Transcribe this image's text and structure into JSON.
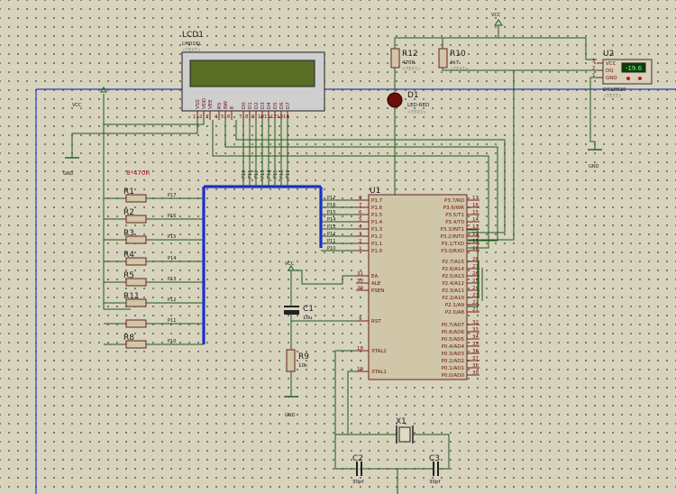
{
  "hidden_text": "<TEXT>",
  "vcc_label": "VCC",
  "gnd_label": "GND",
  "resnet_label": "8*470R",
  "lcd": {
    "ref": "LCD1",
    "part": "LM016L",
    "pins": [
      {
        "name": "VSS",
        "num": "1"
      },
      {
        "name": "VDD",
        "num": "2"
      },
      {
        "name": "VEE",
        "num": "3"
      },
      {
        "name": "RS",
        "num": "4"
      },
      {
        "name": "RW",
        "num": "5"
      },
      {
        "name": "E",
        "num": "6"
      },
      {
        "name": "D0",
        "num": "7"
      },
      {
        "name": "D1",
        "num": "8"
      },
      {
        "name": "D2",
        "num": "9"
      },
      {
        "name": "D3",
        "num": "10"
      },
      {
        "name": "D4",
        "num": "11"
      },
      {
        "name": "D5",
        "num": "12"
      },
      {
        "name": "D6",
        "num": "13"
      },
      {
        "name": "D7",
        "num": "14"
      }
    ]
  },
  "lcd_bus_labels": [
    "P10",
    "P11",
    "P12",
    "P13",
    "P14",
    "P15",
    "P16",
    "P17"
  ],
  "r12": {
    "ref": "R12",
    "value": "470R"
  },
  "r10": {
    "ref": "R10",
    "value": "4k7"
  },
  "d1": {
    "ref": "D1",
    "part": "LED-RED"
  },
  "u2": {
    "ref": "U2",
    "part": "DS18B20",
    "display": "-19.6",
    "pins": [
      {
        "name": "VCC",
        "num": "3"
      },
      {
        "name": "DQ",
        "num": "2"
      },
      {
        "name": "GND",
        "num": "1"
      }
    ]
  },
  "resistors": [
    {
      "ref": "R1",
      "net": "P17"
    },
    {
      "ref": "R2",
      "net": "P16"
    },
    {
      "ref": "R3",
      "net": "P15"
    },
    {
      "ref": "R4",
      "net": "P14"
    },
    {
      "ref": "R5",
      "net": "P13"
    },
    {
      "ref": "R11",
      "net": "P12"
    },
    {
      "ref": "",
      "net": "P11"
    },
    {
      "ref": "R8",
      "net": "P10"
    }
  ],
  "c1": {
    "ref": "C1",
    "value": "10u"
  },
  "r9": {
    "ref": "R9",
    "value": "10k"
  },
  "x1": {
    "ref": "X1"
  },
  "c2": {
    "ref": "C2",
    "value": "30pf"
  },
  "c3": {
    "ref": "C3",
    "value": "30pf"
  },
  "u1": {
    "ref": "U1",
    "left_pins": [
      {
        "net": "P17",
        "num": "8",
        "name": "P1.7"
      },
      {
        "net": "P16",
        "num": "7",
        "name": "P1.6"
      },
      {
        "net": "P15",
        "num": "6",
        "name": "P1.5"
      },
      {
        "net": "P14",
        "num": "5",
        "name": "P1.4"
      },
      {
        "net": "P13",
        "num": "4",
        "name": "P1.3"
      },
      {
        "net": "P12",
        "num": "3",
        "name": "P1.2"
      },
      {
        "net": "P11",
        "num": "2",
        "name": "P1.1"
      },
      {
        "net": "P10",
        "num": "1",
        "name": "P1.0"
      }
    ],
    "ctrl_pins": [
      {
        "num": "31",
        "name": "EA"
      },
      {
        "num": "30",
        "name": "ALE"
      },
      {
        "num": "29",
        "name": "PSEN"
      }
    ],
    "rst_pin": {
      "num": "9",
      "name": "RST"
    },
    "xtal_pins": [
      {
        "num": "18",
        "name": "XTAL2"
      },
      {
        "num": "19",
        "name": "XTAL1"
      }
    ],
    "p3_pins": [
      {
        "name": "P3.7/RD",
        "num": "17"
      },
      {
        "name": "P3.6/WR",
        "num": "16"
      },
      {
        "name": "P3.5/T1",
        "num": "15"
      },
      {
        "name": "P3.4/T0",
        "num": "14"
      },
      {
        "name": "P3.3/INT1",
        "num": "13"
      },
      {
        "name": "P3.2/INT0",
        "num": "12"
      },
      {
        "name": "P3.1/TXD",
        "num": "11"
      },
      {
        "name": "P3.0/RXD",
        "num": "10"
      }
    ],
    "p2_pins": [
      {
        "name": "P2.7/A15",
        "num": "28"
      },
      {
        "name": "P2.6/A14",
        "num": "27"
      },
      {
        "name": "P2.5/A13",
        "num": "26"
      },
      {
        "name": "P2.4/A12",
        "num": "25"
      },
      {
        "name": "P2.3/A11",
        "num": "24"
      },
      {
        "name": "P2.2/A10",
        "num": "23"
      },
      {
        "name": "P2.1/A9",
        "num": "22"
      },
      {
        "name": "P2.0/A8",
        "num": "21"
      }
    ],
    "p0_pins": [
      {
        "name": "P0.7/AD7",
        "num": "32"
      },
      {
        "name": "P0.6/AD6",
        "num": "33"
      },
      {
        "name": "P0.5/AD5",
        "num": "34"
      },
      {
        "name": "P0.4/AD4",
        "num": "35"
      },
      {
        "name": "P0.3/AD3",
        "num": "36"
      },
      {
        "name": "P0.2/AD2",
        "num": "37"
      },
      {
        "name": "P0.1/AD1",
        "num": "38"
      },
      {
        "name": "P0.0/AD0",
        "num": "39"
      }
    ]
  },
  "colors": {
    "background": "#d7d3bd",
    "wire": "#1d5a1d",
    "bus": "#1a2ed1",
    "component_body": "#d0c6a8",
    "pin": "#7a1a1a",
    "lcd_screen": "#5a6e25",
    "led": "#6e0c0c"
  }
}
